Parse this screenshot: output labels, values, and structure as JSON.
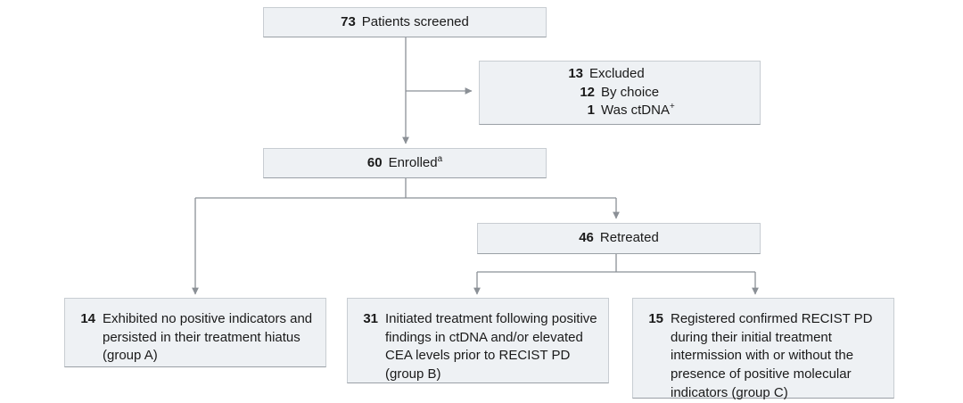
{
  "chart": {
    "type": "flowchart",
    "title": "CONSORT-style patient flow diagram",
    "nodes": {
      "screened": {
        "num": "73",
        "label": "Patients screened"
      },
      "excluded": {
        "lines": [
          {
            "num": "13",
            "label": "Excluded"
          },
          {
            "num": "12",
            "label": "By choice"
          },
          {
            "num": "1",
            "label": "Was ctDNA",
            "sup": "+"
          }
        ]
      },
      "enrolled": {
        "num": "60",
        "label": "Enrolled",
        "sup": "a"
      },
      "retreated": {
        "num": "46",
        "label": "Retreated"
      },
      "group_a": {
        "num": "14",
        "label": "Exhibited no positive indicators and persisted in their treatment hiatus (group A)"
      },
      "group_b": {
        "num": "31",
        "label": "Initiated treatment following positive findings in ctDNA and/or elevated CEA levels prior to RECIST PD (group B)"
      },
      "group_c": {
        "num": "15",
        "label": "Registered confirmed RECIST PD during their initial treatment intermission with or without the presence of positive molecular indicators (group C)"
      }
    },
    "colors": {
      "box_fill": "#eef1f4",
      "box_border": "#c8cdd2",
      "box_border_bottom": "#9aa0a6",
      "connector": "#8b9096",
      "text": "#1a1a1a",
      "background": "#ffffff"
    }
  }
}
